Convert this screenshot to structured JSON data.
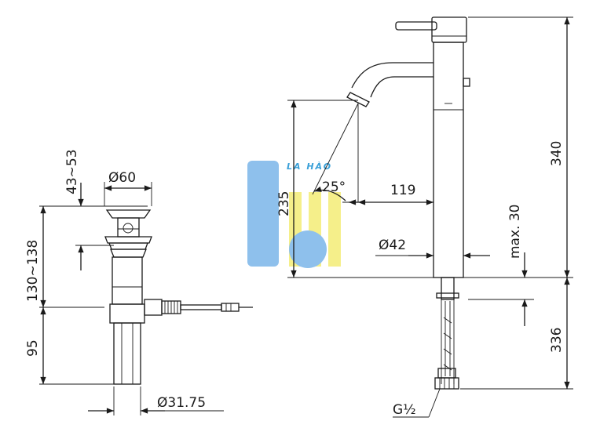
{
  "drainage": {
    "dim_height_top": "43~53",
    "dim_diameter_top": "Ø60",
    "dim_height_total": "130~138",
    "dim_height_bottom": "95",
    "dim_diameter_bottom": "Ø31.75"
  },
  "faucet": {
    "dim_angle": "25°",
    "dim_reach": "119",
    "dim_spout_height": "235",
    "dim_total_height": "340",
    "dim_body_diameter": "Ø42",
    "dim_deck_max": "max. 30",
    "dim_below_deck": "336",
    "dim_thread": "G½"
  },
  "watermark": {
    "text": "LA HÀO",
    "colors": {
      "blue": "#8ec0ec",
      "yellow": "#f5ef8a"
    }
  }
}
